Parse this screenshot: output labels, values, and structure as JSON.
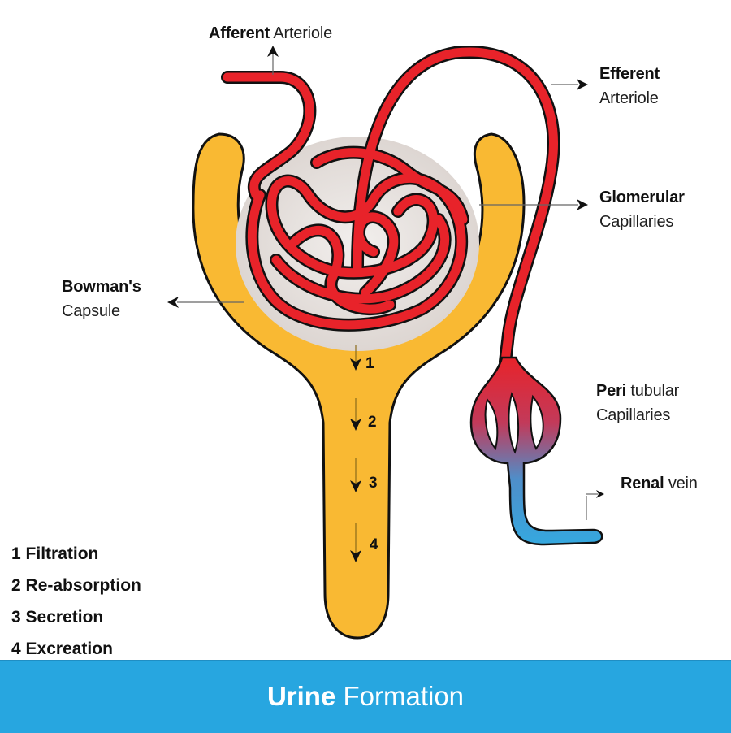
{
  "title": {
    "bold": "Urine",
    "regular": "Formation"
  },
  "labels": {
    "afferent": {
      "bold": "Afferent",
      "regular": "Arteriole"
    },
    "efferent": {
      "bold": "Efferent",
      "regular": "Arteriole"
    },
    "glomerular": {
      "bold": "Glomerular",
      "regular": "Capillaries"
    },
    "bowmans": {
      "bold": "Bowman's",
      "regular": "Capsule"
    },
    "peritubular": {
      "bold": "Peri",
      "regular": "tubular",
      "line2": "Capillaries"
    },
    "renal": {
      "bold": "Renal",
      "regular": "vein"
    }
  },
  "steps": [
    {
      "num": "1",
      "name": "Filtration"
    },
    {
      "num": "2",
      "name": "Re-absorption"
    },
    {
      "num": "3",
      "name": "Secretion"
    },
    {
      "num": "4",
      "name": "Excreation"
    }
  ],
  "colors": {
    "capsule": "#f9b933",
    "artery": "#e8232a",
    "vein": "#35a8df",
    "banner": "#27a6e0",
    "glomerulus_bg": "#e9e4e1"
  }
}
